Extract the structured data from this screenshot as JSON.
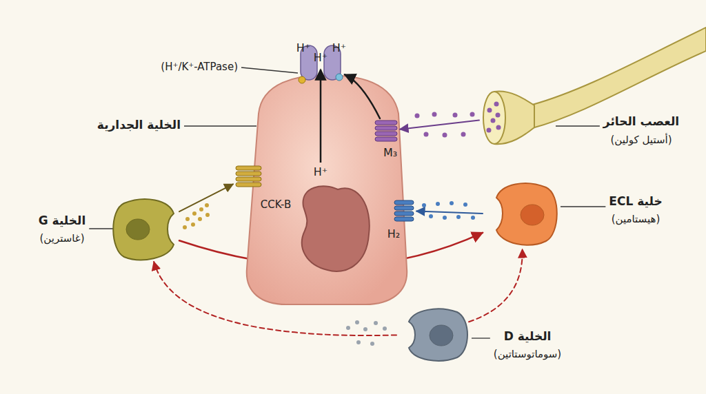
{
  "diagram": {
    "nodes": [
      {
        "text": [
          "الخلية الجدارية"
        ]
      },
      {
        "text": [
          "(H⁺/K⁺-ATPase)"
        ],
        "in": 0
      },
      {
        "text": [
          "M₃"
        ],
        "in": 0
      },
      {
        "text": [
          "CCK-B"
        ],
        "in": 0
      },
      {
        "text": [
          "H₂"
        ],
        "in": 0
      },
      {
        "text": [
          "العصب الحائر",
          "(أستيل كولين)"
        ]
      },
      {
        "text": [
          "الخلية G",
          "(غاسترين)"
        ]
      },
      {
        "text": [
          "خلية ECL",
          "(هيستامين)"
        ]
      },
      {
        "text": [
          "الخلية D",
          "(سوماتوستاتين)"
        ]
      }
    ],
    "edges": [
      {
        "from": 6,
        "to": 3,
        "arrow": "to"
      },
      {
        "from": 5,
        "to": 2,
        "arrow": "to"
      },
      {
        "from": 2,
        "to": 1,
        "arrow": "to"
      },
      {
        "from": 7,
        "to": 4,
        "arrow": "to"
      },
      {
        "from": 6,
        "to": 7,
        "arrow": "to"
      },
      {
        "from": 8,
        "to": 6,
        "arrow": "to"
      },
      {
        "from": 8,
        "to": 7,
        "arrow": "to"
      }
    ],
    "labels": [
      "H⁺",
      "H⁺",
      "H⁺",
      "H⁺"
    ]
  }
}
